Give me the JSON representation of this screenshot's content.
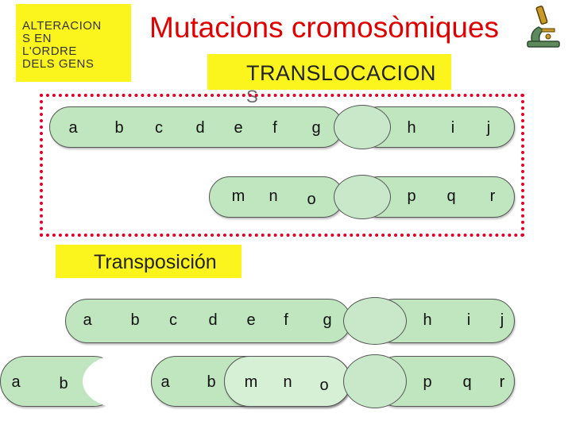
{
  "corner_label": [
    "ALTERACION",
    "S EN",
    "L'ORDRE",
    "DELS GENS"
  ],
  "title": "Mutacions cromosòmiques",
  "translocacions_label": [
    "TRANSLOCACION",
    "S"
  ],
  "transposicion_label": "Transposición",
  "row1_genes": [
    "a",
    "b",
    "c",
    "d",
    "e",
    "f",
    "g",
    "h",
    "i",
    "j"
  ],
  "row2_genes": [
    "m",
    "n",
    "o",
    "p",
    "q",
    "r"
  ],
  "row3_genes": [
    "a",
    "b",
    "c",
    "d",
    "e",
    "f",
    "g",
    "h",
    "i",
    "j"
  ],
  "row4_genes": [
    "a",
    "b",
    "a",
    "b",
    "m",
    "n",
    "o",
    "p",
    "q",
    "r"
  ],
  "colors": {
    "title": "#e00000",
    "highlight": "#fcf51d",
    "dots": "#e0002a",
    "chromosome": "#bfe6bf"
  },
  "icons": [
    "microscope-logo-icon"
  ]
}
